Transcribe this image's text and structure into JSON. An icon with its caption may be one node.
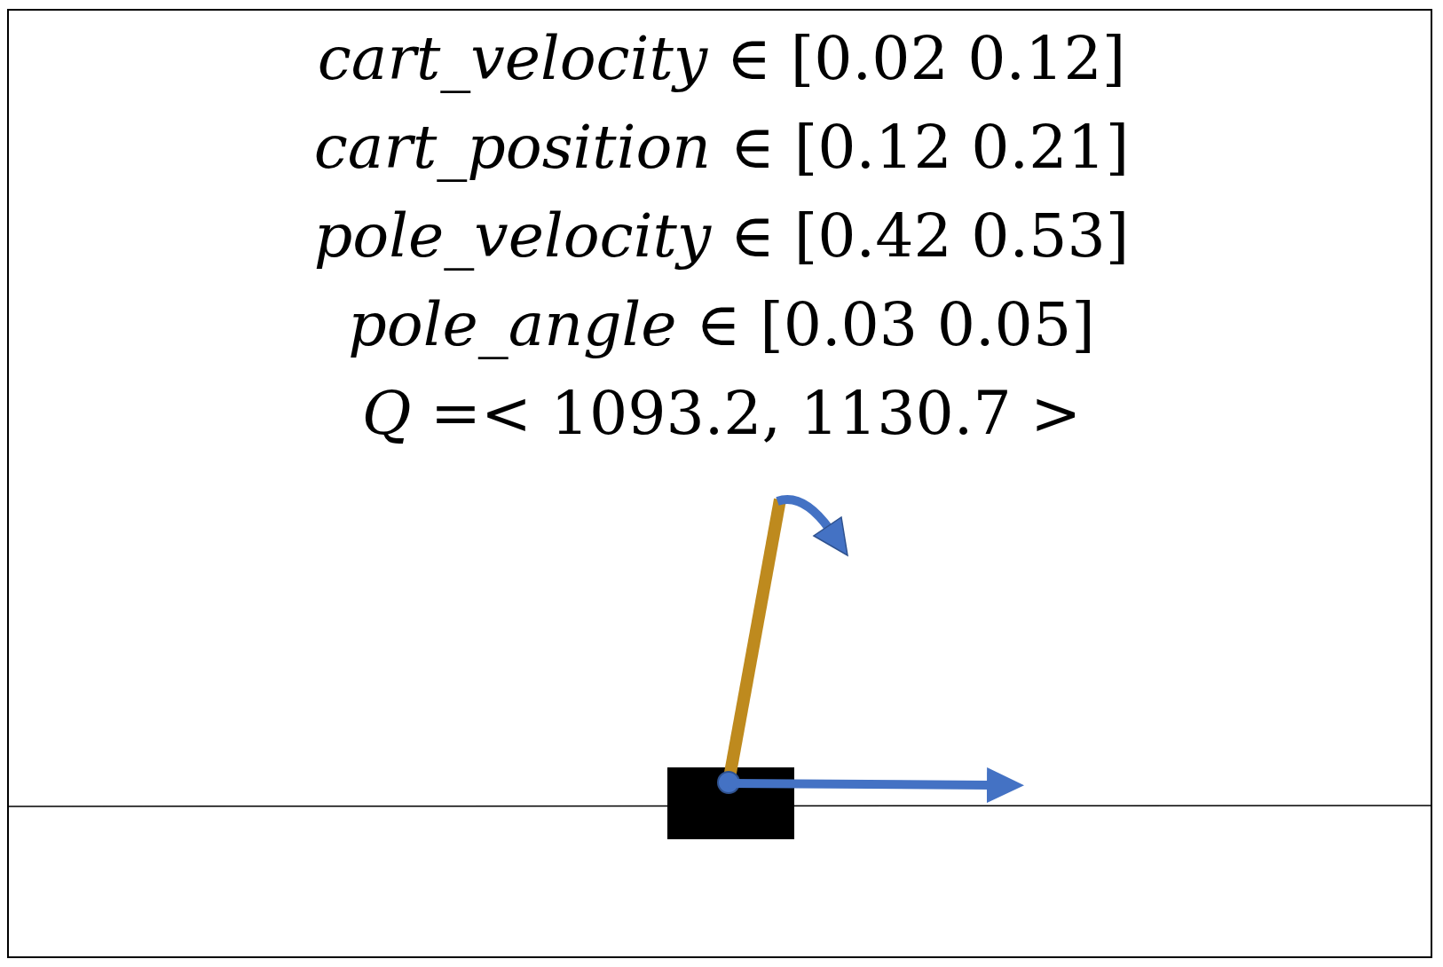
{
  "diagram": {
    "labels": [
      "*cart_velocity* ∈ [0.02 0.12]",
      "*cart_position* ∈ [0.12 0.21]",
      "*pole_velocity* ∈ [0.42 0.53]",
      "*pole_angle* ∈ [0.03 0.05]",
      "*Q* =< 1093.2, 1130.7 >"
    ]
  }
}
